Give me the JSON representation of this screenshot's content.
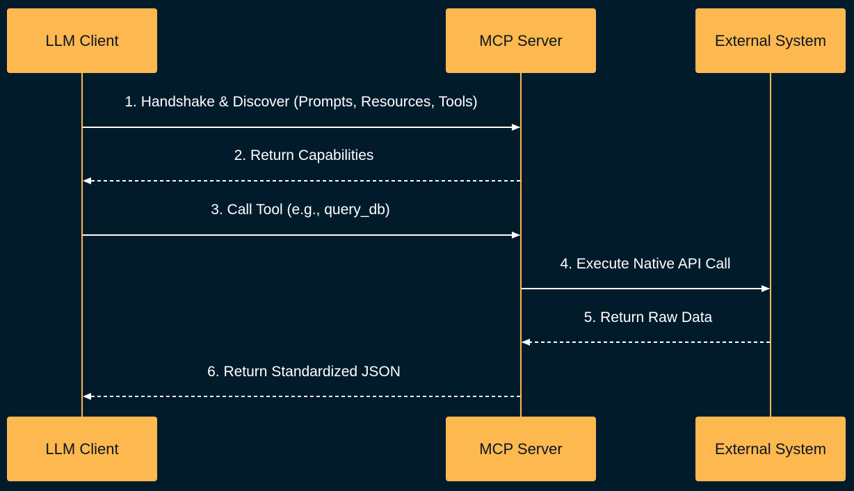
{
  "participants": [
    {
      "id": "llm",
      "label": "LLM Client"
    },
    {
      "id": "mcp",
      "label": "MCP Server"
    },
    {
      "id": "ext",
      "label": "External System"
    }
  ],
  "messages": [
    {
      "from": "llm",
      "to": "mcp",
      "label": "1. Handshake & Discover (Prompts, Resources, Tools)",
      "style": "solid"
    },
    {
      "from": "mcp",
      "to": "llm",
      "label": "2. Return Capabilities",
      "style": "dashed"
    },
    {
      "from": "llm",
      "to": "mcp",
      "label": "3. Call Tool (e.g., query_db)",
      "style": "solid"
    },
    {
      "from": "mcp",
      "to": "ext",
      "label": "4. Execute Native API Call",
      "style": "solid"
    },
    {
      "from": "ext",
      "to": "mcp",
      "label": "5. Return Raw Data",
      "style": "dashed"
    },
    {
      "from": "mcp",
      "to": "llm",
      "label": "6. Return Standardized JSON",
      "style": "dashed"
    }
  ],
  "colors": {
    "background": "#011b2b",
    "actor_fill": "#fdb850",
    "lifeline": "#fdb850",
    "arrow": "#ffffff",
    "label_text": "#ffffff",
    "actor_text": "#0b1620"
  }
}
